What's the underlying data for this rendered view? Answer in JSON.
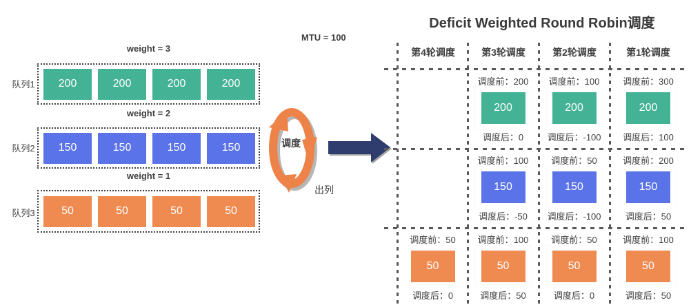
{
  "title": "Deficit Weighted Round Robin调度",
  "left": {
    "queues": [
      {
        "name": "队列1",
        "weight_label": "weight = 3",
        "packet_size": 200,
        "packets": [
          "200",
          "200",
          "200",
          "200"
        ]
      },
      {
        "name": "队列2",
        "weight_label": "weight = 2",
        "packet_size": 150,
        "packets": [
          "150",
          "150",
          "150",
          "150"
        ]
      },
      {
        "name": "队列3",
        "weight_label": "weight = 1",
        "packet_size": 50,
        "packets": [
          "50",
          "50",
          "50",
          "50"
        ]
      }
    ]
  },
  "middle": {
    "mtu_label": "MTU = 100",
    "cycle_label": "调度",
    "dequeue_label": "出列"
  },
  "table": {
    "columns": [
      {
        "label": "第4轮调度"
      },
      {
        "label": "第3轮调度"
      },
      {
        "label": "第2轮调度"
      },
      {
        "label": "第1轮调度"
      }
    ],
    "rows": [
      {
        "queue": "队列1",
        "cells": {
          "c1": {
            "before": "调度前：200",
            "packet": "200",
            "after": "调度后：0"
          },
          "c2": {
            "before": "调度前：100",
            "packet": "200",
            "after": "调度后：-100"
          },
          "c3": {
            "before": "调度前：300",
            "packet": "200",
            "after": "调度后：100"
          }
        }
      },
      {
        "queue": "队列2",
        "cells": {
          "c1": {
            "before": "调度前：100",
            "packet": "150",
            "after": "调度后：-50"
          },
          "c2": {
            "before": "调度前：50",
            "packet": "150",
            "after": "调度后：-100"
          },
          "c3": {
            "before": "调度前：200",
            "packet": "150",
            "after": "调度后：50"
          }
        }
      },
      {
        "queue": "队列3",
        "cells": {
          "c0": {
            "before": "调度前：50",
            "packet": "50",
            "after": "调度后：0"
          },
          "c1": {
            "before": "调度前：100",
            "packet": "50",
            "after": "调度后：50"
          },
          "c2": {
            "before": "调度前：50",
            "packet": "50",
            "after": "调度后：0"
          },
          "c3": {
            "before": "调度前：100",
            "packet": "50",
            "after": "调度后：50"
          }
        }
      }
    ]
  },
  "colors": {
    "queue1": "#44B294",
    "queue2": "#5B73E9",
    "queue3": "#EF8A50",
    "cycle_arrow": "#ED8348",
    "big_arrow": "#2E3C6E",
    "text": "#3F3F3F",
    "dash": "#595959"
  }
}
